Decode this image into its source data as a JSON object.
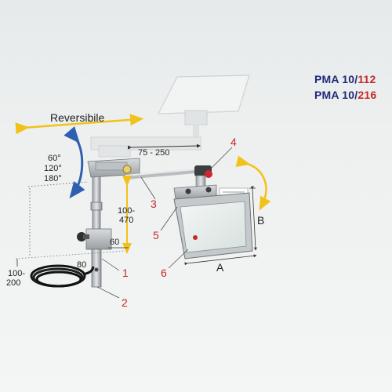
{
  "models": [
    {
      "prefix": "PMA 10/",
      "suffix": "112"
    },
    {
      "prefix": "PMA 10/",
      "suffix": "216"
    }
  ],
  "labels": {
    "reversible": "Reversibile",
    "rotation_1": "60°",
    "rotation_2": "120°",
    "rotation_3": "180°",
    "arm_extension": "75 - 250",
    "height_1": "100-",
    "height_2": "470",
    "base_width": "80",
    "clamp_height": "60",
    "clamp_range_1": "100-",
    "clamp_range_2": "200",
    "dim_a": "A",
    "dim_b": "B"
  },
  "callouts": [
    "1",
    "2",
    "3",
    "4",
    "5",
    "6"
  ],
  "colors": {
    "model_prefix": "#1f2a7a",
    "model_suffix": "#c4282c",
    "callout_number": "#c8282a",
    "arrow_yellow": "#f2c21a",
    "rotation_blue": "#2f5fb0"
  }
}
